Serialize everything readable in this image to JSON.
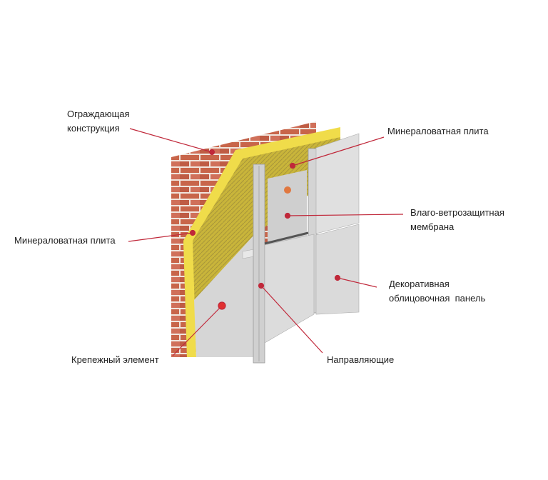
{
  "labels": {
    "enclosing_structure": [
      "Ограждающая",
      "конструкция"
    ],
    "mineral_wool_top": "Минераловатная плита",
    "mineral_wool_left": "Минераловатная плита",
    "membrane": [
      "Влаго-ветрозащитная",
      "мембрана"
    ],
    "decorative_panel": [
      "Декоративная",
      "облицовочная  панель"
    ],
    "fastener": "Крепежный элемент",
    "guides": "Направляющие"
  },
  "colors": {
    "brick": "#c8654a",
    "mortar": "#f0e4dc",
    "wool": "#e8d640",
    "panel": "#d9d9d9",
    "leader": "#c0283a"
  }
}
